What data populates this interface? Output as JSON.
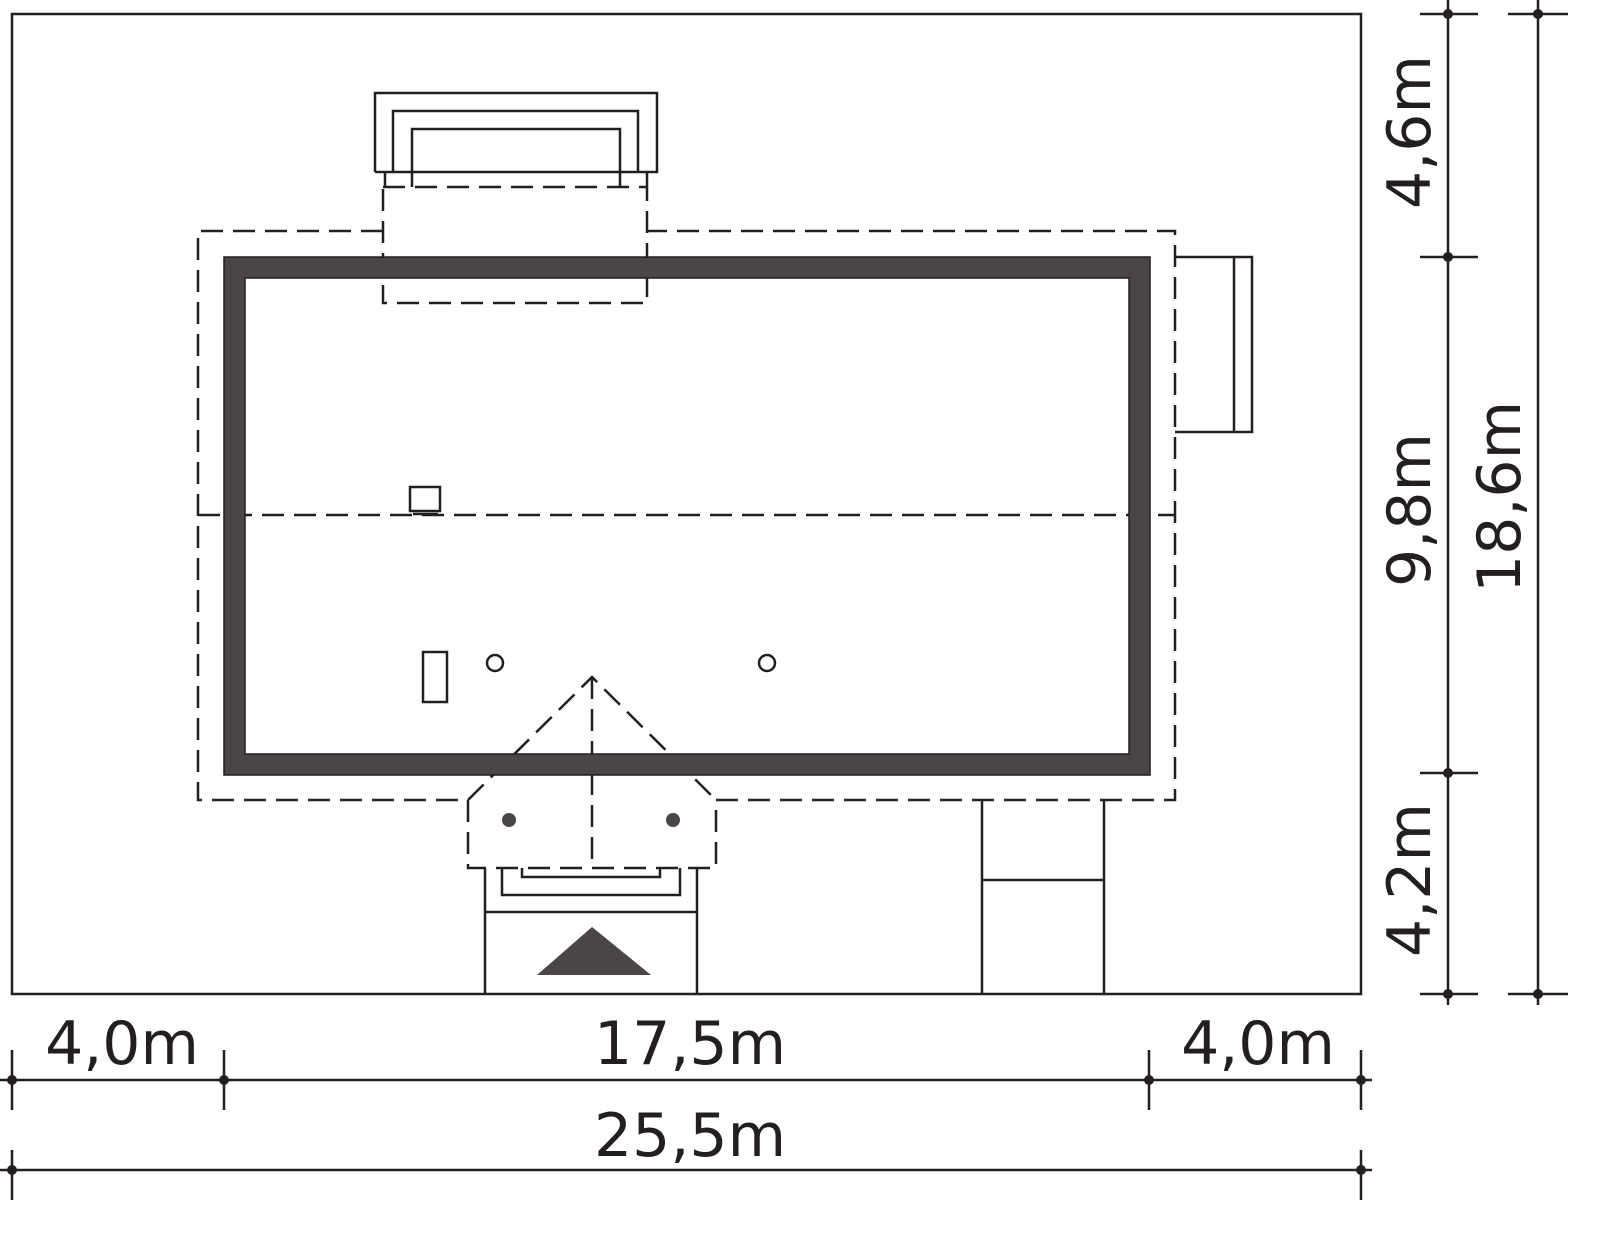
{
  "title": "Site plan",
  "colors": {
    "line": "#231f20",
    "wall": "#4a4546"
  },
  "dimensions": {
    "vertical": {
      "top": "4,6m",
      "middle": "9,8m",
      "bottom": "4,2m",
      "total": "18,6m"
    },
    "horizontal": {
      "left": "4,0m",
      "middle": "17,5m",
      "right": "4,0m",
      "total": "25,5m"
    }
  }
}
